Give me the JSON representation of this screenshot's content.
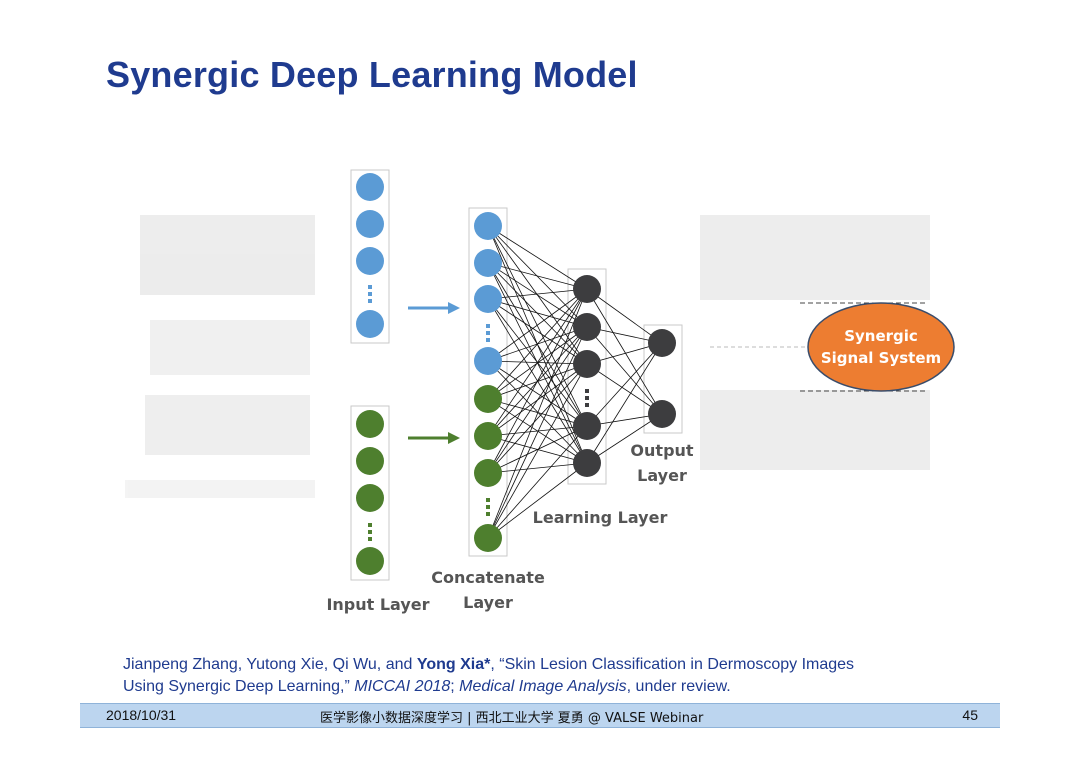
{
  "title": "Synergic Deep Learning Model",
  "diagram": {
    "input_layer_label": "Input Layer",
    "concatenate_label_line1": "Concatenate",
    "concatenate_label_line2": "Layer",
    "learning_label": "Learning Layer",
    "output_label_line1": "Output",
    "output_label_line2": "Layer",
    "synergic_line1": "Synergic",
    "synergic_line2": "Signal System",
    "colors": {
      "blue": "#5b9bd5",
      "green": "#4e7f2e",
      "dark": "#3d3d3f",
      "orange": "#ed7d31"
    }
  },
  "citation": {
    "authors": "Jianpeng Zhang, Yutong Xie, Qi Wu, and ",
    "corresponding": "Yong Xia*",
    "title_part": ", “Skin Lesion Classification in Dermoscopy Images",
    "line2_a": "Using Synergic Deep Learning,” ",
    "venue1": "MICCAI 2018",
    "sep": "; ",
    "venue2": "Medical Image Analysis",
    "line2_end": ", under review."
  },
  "footer": {
    "date": "2018/10/31",
    "middle": "医学影像小数据深度学习 | 西北工业大学 夏勇 @ VALSE Webinar",
    "page": "45"
  }
}
